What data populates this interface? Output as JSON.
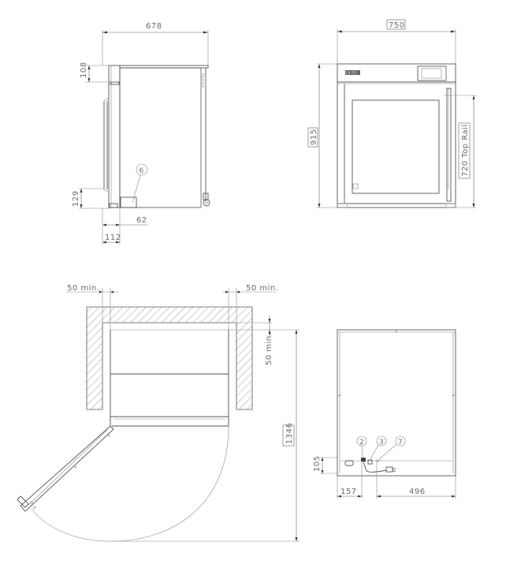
{
  "drawing": {
    "side_view": {
      "width_dim": "678",
      "top_dim": "108",
      "bottom_dim": "129",
      "foot_dim": "62",
      "base_dim": "112",
      "callout_6": "6"
    },
    "front_view": {
      "width_dim": "750",
      "height_dim": "915",
      "rail_dim": "720 Top Rail",
      "badge": "LV-33"
    },
    "plan_view": {
      "clearance_left": "50 min.",
      "clearance_right": "50 min.",
      "clearance_back": "50 min.",
      "door_swing_dim": "1346"
    },
    "rear_view": {
      "height_dim": "105",
      "left_dim": "157",
      "right_dim": "496",
      "callout_2": "2",
      "callout_3": "3",
      "callout_7": "7"
    }
  }
}
